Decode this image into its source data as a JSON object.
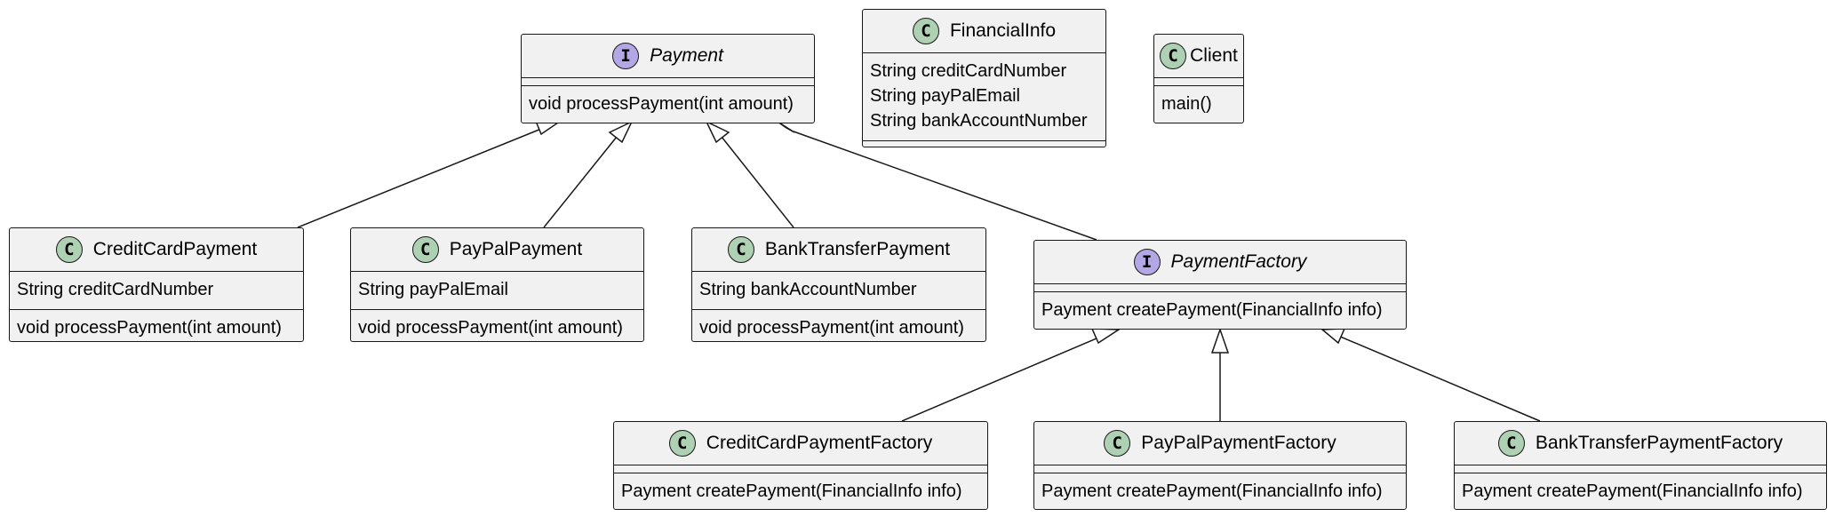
{
  "diagram": {
    "classes": {
      "payment": {
        "name": "Payment",
        "badge": "I",
        "fields": [],
        "methods": [
          "void processPayment(int amount)"
        ]
      },
      "financial_info": {
        "name": "FinancialInfo",
        "badge": "C",
        "fields": [
          "String creditCardNumber",
          "String payPalEmail",
          "String bankAccountNumber"
        ],
        "methods": []
      },
      "client": {
        "name": "Client",
        "badge": "C",
        "fields": [],
        "methods": [
          "main()"
        ]
      },
      "credit_card_payment": {
        "name": "CreditCardPayment",
        "badge": "C",
        "fields": [
          "String creditCardNumber"
        ],
        "methods": [
          "void processPayment(int amount)"
        ]
      },
      "paypal_payment": {
        "name": "PayPalPayment",
        "badge": "C",
        "fields": [
          "String payPalEmail"
        ],
        "methods": [
          "void processPayment(int amount)"
        ]
      },
      "bank_transfer_payment": {
        "name": "BankTransferPayment",
        "badge": "C",
        "fields": [
          "String bankAccountNumber"
        ],
        "methods": [
          "void processPayment(int amount)"
        ]
      },
      "payment_factory": {
        "name": "PaymentFactory",
        "badge": "I",
        "fields": [],
        "methods": [
          "Payment createPayment(FinancialInfo info)"
        ]
      },
      "credit_card_payment_factory": {
        "name": "CreditCardPaymentFactory",
        "badge": "C",
        "fields": [],
        "methods": [
          "Payment createPayment(FinancialInfo info)"
        ]
      },
      "paypal_payment_factory": {
        "name": "PayPalPaymentFactory",
        "badge": "C",
        "fields": [],
        "methods": [
          "Payment createPayment(FinancialInfo info)"
        ]
      },
      "bank_transfer_payment_factory": {
        "name": "BankTransferPaymentFactory",
        "badge": "C",
        "fields": [],
        "methods": [
          "Payment createPayment(FinancialInfo info)"
        ]
      }
    },
    "relations": [
      {
        "from": "CreditCardPayment",
        "to": "Payment",
        "type": "realization"
      },
      {
        "from": "PayPalPayment",
        "to": "Payment",
        "type": "realization"
      },
      {
        "from": "BankTransferPayment",
        "to": "Payment",
        "type": "realization"
      },
      {
        "from": "PaymentFactory",
        "to": "Payment",
        "type": "composition"
      },
      {
        "from": "CreditCardPaymentFactory",
        "to": "PaymentFactory",
        "type": "realization"
      },
      {
        "from": "PayPalPaymentFactory",
        "to": "PaymentFactory",
        "type": "realization"
      },
      {
        "from": "BankTransferPaymentFactory",
        "to": "PaymentFactory",
        "type": "realization"
      }
    ],
    "colors": {
      "class_badge": "#add1b2",
      "interface_badge": "#b4a7e5",
      "box_fill": "#f1f1f1",
      "line": "#181818"
    }
  }
}
